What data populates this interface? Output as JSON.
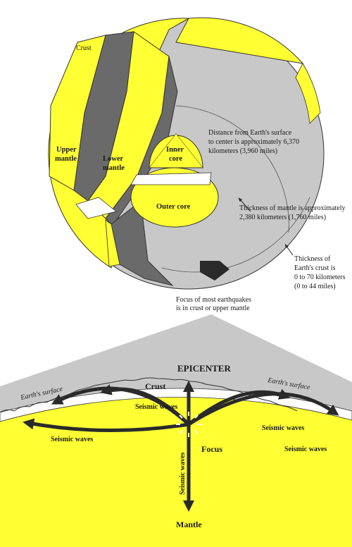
{
  "colors": {
    "yellow": "#ffff33",
    "gray": "#c8c8c8",
    "dark_gray": "#5a5a5a",
    "arrow": "#2a2a2a",
    "background": "#ffffff"
  },
  "globe": {
    "crust": "Crust",
    "upper_mantle": [
      "Upper",
      "mantle"
    ],
    "lower_mantle": [
      "Lower",
      "mantle"
    ],
    "inner_core": [
      "Inner",
      "core"
    ],
    "outer_core": "Outer core",
    "distance_note": [
      "Distance from Earth's surface",
      "to center is approximately 6,370",
      "kilometers (3,960 miles)"
    ],
    "mantle_note": [
      "Thickness of mantle is approximately",
      "2,380 kilometers (1,760 miles)"
    ],
    "crust_note": [
      "Thickness of",
      "Earth's crust is",
      "0 to 70 kilometers",
      "(0 to 44 miles)"
    ]
  },
  "focus_note": [
    "Focus of most earthquakes",
    "is in crust or upper mantle"
  ],
  "section": {
    "epicenter": "EPICENTER",
    "surface_left": "Earth's surface",
    "surface_right": "Earth's surface",
    "crust": "Crust",
    "waves_center": "Seismic waves",
    "waves_right_upper": "Seismic waves",
    "waves_left": "Seismic waves",
    "waves_right_lower": "Seismic waves",
    "waves_vertical": "Seismic waves",
    "focus": "Focus",
    "mantle": "Mantle"
  }
}
